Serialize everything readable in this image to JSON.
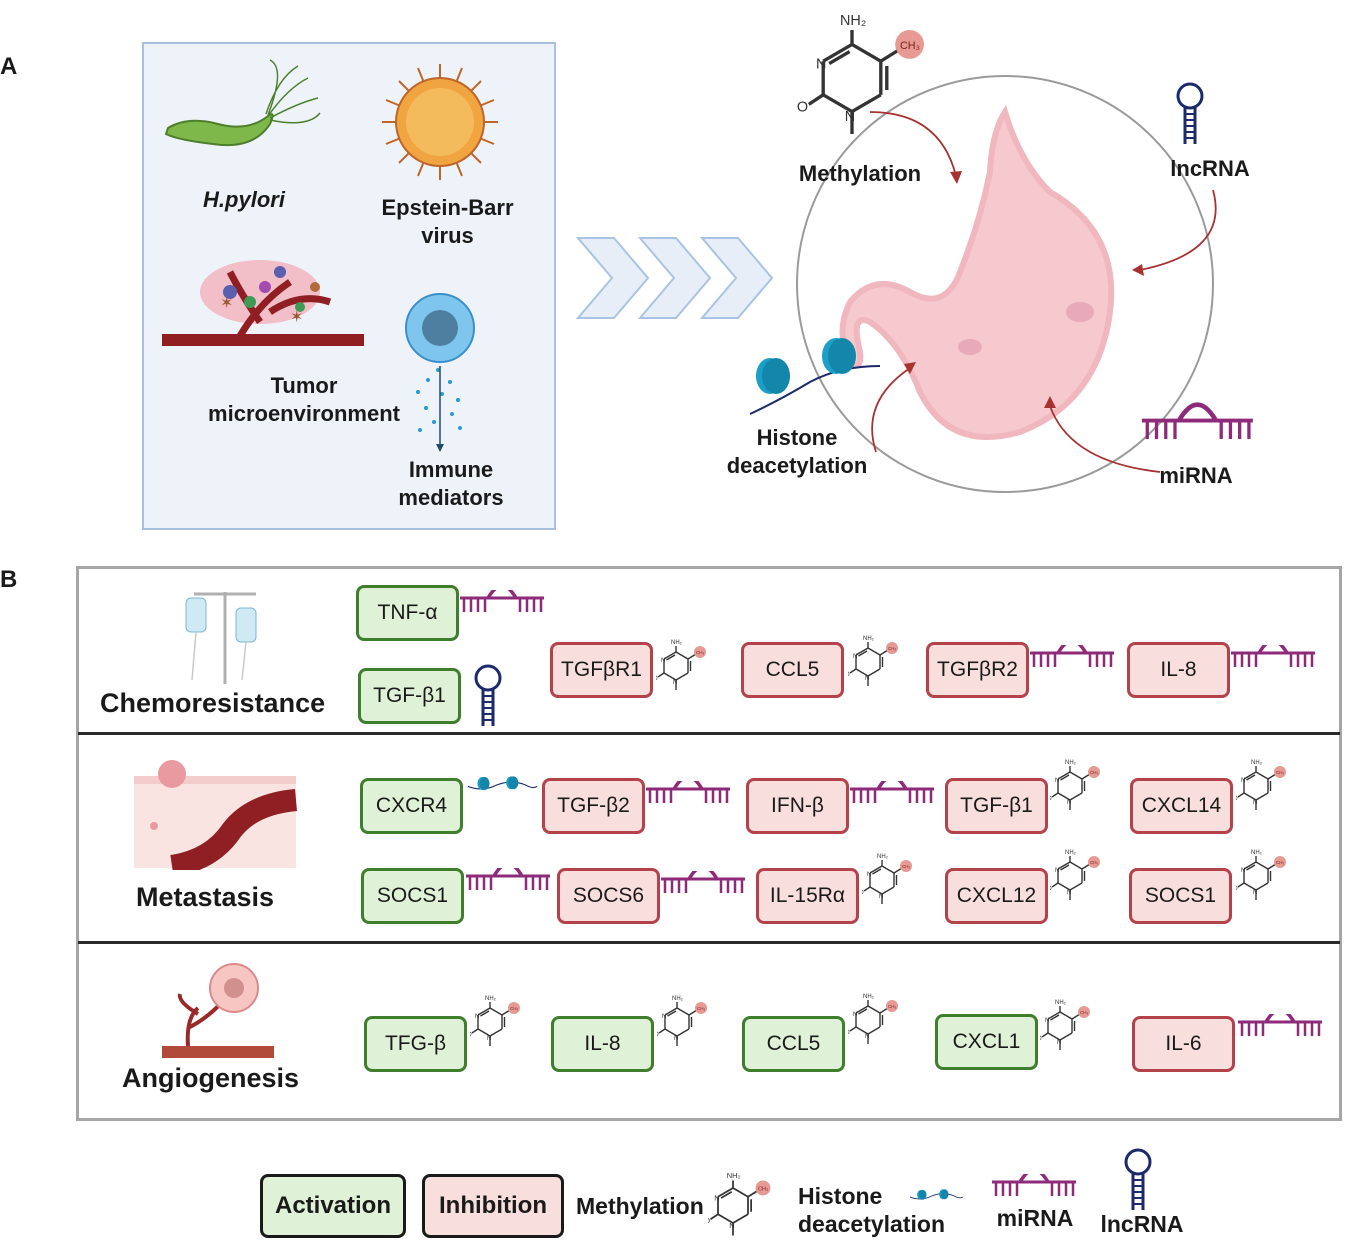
{
  "panelA": {
    "letter": "A",
    "hpylori": "H.pylori",
    "ebv": "Epstein-Barr\nvirus",
    "tme": "Tumor\nmicroenvironment",
    "immune": "Immune\nmediators",
    "methylation": "Methylation",
    "lncrna": "lncRNA",
    "mirna": "miRNA",
    "histone": "Histone\ndeacetylation",
    "nh2": "NH₂",
    "ch3": "CH₃"
  },
  "panelB": {
    "letter": "B",
    "rows": [
      {
        "label": "Chemoresistance"
      },
      {
        "label": "Metastasis"
      },
      {
        "label": "Angiogenesis"
      }
    ],
    "boxes": [
      {
        "text": "TNF-α",
        "type": "act",
        "mark": "mirna"
      },
      {
        "text": "TGF-β1",
        "type": "act",
        "mark": "lncrna"
      },
      {
        "text": "TGFβR1",
        "type": "inh",
        "mark": "methyl"
      },
      {
        "text": "CCL5",
        "type": "inh",
        "mark": "methyl"
      },
      {
        "text": "TGFβR2",
        "type": "inh",
        "mark": "mirna"
      },
      {
        "text": "IL-8",
        "type": "inh",
        "mark": "mirna"
      },
      {
        "text": "CXCR4",
        "type": "act",
        "mark": "histone"
      },
      {
        "text": "TGF-β2",
        "type": "inh",
        "mark": "mirna"
      },
      {
        "text": "IFN-β",
        "type": "inh",
        "mark": "mirna"
      },
      {
        "text": "TGF-β1",
        "type": "inh",
        "mark": "methyl"
      },
      {
        "text": "CXCL14",
        "type": "inh",
        "mark": "methyl"
      },
      {
        "text": "SOCS1",
        "type": "act",
        "mark": "mirna"
      },
      {
        "text": "SOCS6",
        "type": "inh",
        "mark": "mirna"
      },
      {
        "text": "IL-15Rα",
        "type": "inh",
        "mark": "methyl"
      },
      {
        "text": "CXCL12",
        "type": "inh",
        "mark": "methyl"
      },
      {
        "text": "SOCS1",
        "type": "inh",
        "mark": "methyl"
      },
      {
        "text": "TFG-β",
        "type": "act",
        "mark": "methyl"
      },
      {
        "text": "IL-8",
        "type": "act",
        "mark": "methyl"
      },
      {
        "text": "CCL5",
        "type": "act",
        "mark": "methyl"
      },
      {
        "text": "CXCL1",
        "type": "act",
        "mark": "methyl"
      },
      {
        "text": "IL-6",
        "type": "inh",
        "mark": "mirna"
      }
    ]
  },
  "legend": {
    "activation": "Activation",
    "inhibition": "Inhibition",
    "methylation": "Methylation",
    "histone": "Histone\ndeacetylation",
    "mirna": "miRNA",
    "lncrna": "lncRNA"
  },
  "colors": {
    "activation_fill": "#dff1d6",
    "activation_border": "#3f7e2c",
    "inhibition_fill": "#f8dfdd",
    "inhibition_border": "#b4424a",
    "mirna": "#8e2a7a",
    "lncrna": "#1c2a6b",
    "histone": "#1aa0c8",
    "arrow": "#a83232",
    "chevron": "#a9c3e4"
  }
}
